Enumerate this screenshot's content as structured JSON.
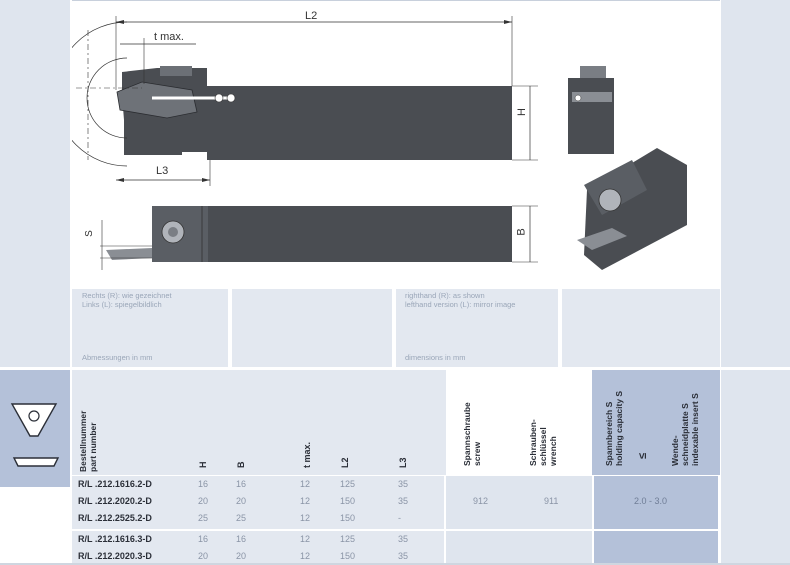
{
  "drawing": {
    "labels": {
      "l2": "L2",
      "l3": "L3",
      "tmax": "t max.",
      "h": "H",
      "b": "B",
      "s": "S"
    }
  },
  "notes": {
    "de_line1": "Rechts (R): wie gezeichnet",
    "de_line2": "Links (L): spiegelbildlich",
    "de_dims": "Abmessungen in mm",
    "en_line1": "righthand (R): as shown",
    "en_line2": "lefthand version (L): mirror image",
    "en_dims": "dimensions in mm"
  },
  "table": {
    "header": {
      "part_de": "Bestellnummer",
      "part_en": "part number",
      "h": "H",
      "b": "B",
      "tmax": "t max.",
      "l2": "L2",
      "l3": "L3",
      "screw_de": "Spannschraube",
      "screw_en": "screw",
      "wrench_de": "Schrauben-",
      "wrench_de2": "schlüssel",
      "wrench_en": "wrench",
      "hold_de": "Spannbereich  S",
      "hold_en": "holding capacity S",
      "lte": "≤",
      "insert_de": "Wende-",
      "insert_de2": "schneidplatte  S",
      "insert_en": "indexable insert S"
    },
    "rows": [
      {
        "part": "R/L .212.1616.2-D",
        "h": "16",
        "b": "16",
        "tmax": "12",
        "l2": "125",
        "l3": "35"
      },
      {
        "part": "R/L .212.2020.2-D",
        "h": "20",
        "b": "20",
        "tmax": "12",
        "l2": "150",
        "l3": "35"
      },
      {
        "part": "R/L .212.2525.2-D",
        "h": "25",
        "b": "25",
        "tmax": "12",
        "l2": "150",
        "l3": "-"
      },
      {
        "part": "R/L .212.1616.3-D",
        "h": "16",
        "b": "16",
        "tmax": "12",
        "l2": "125",
        "l3": "35"
      },
      {
        "part": "R/L .212.2020.3-D",
        "h": "20",
        "b": "20",
        "tmax": "12",
        "l2": "150",
        "l3": "35"
      }
    ],
    "group1": {
      "screw": "912",
      "wrench": "911",
      "holding": "2.0 - 3.0"
    }
  },
  "colors": {
    "accent_blue": "#b4c1d9",
    "panel": "#e3e8f0",
    "tool_dark": "#4a4d52"
  }
}
